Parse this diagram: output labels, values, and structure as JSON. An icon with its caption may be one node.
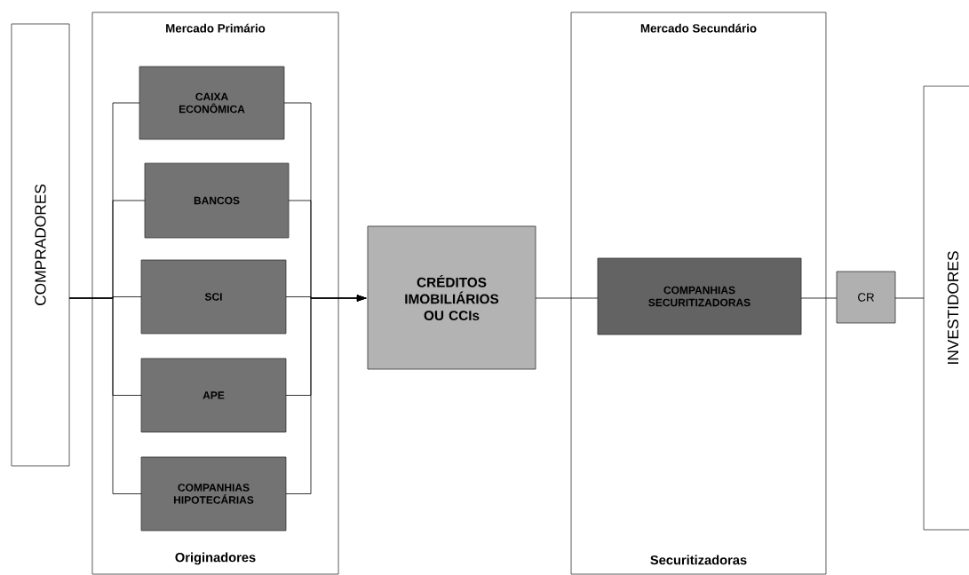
{
  "diagram": {
    "nodes": [
      {
        "text": [
          "COMPRADORES"
        ]
      },
      {
        "text": [
          "Mercado Primário",
          "Originadores"
        ]
      },
      {
        "text": [
          "CAIXA ECONÔMICA"
        ],
        "in": 1
      },
      {
        "text": [
          "BANCOS"
        ],
        "in": 1
      },
      {
        "text": [
          "SCI"
        ],
        "in": 1
      },
      {
        "text": [
          "APE"
        ],
        "in": 1
      },
      {
        "text": [
          "COMPANHIAS HIPOTECÁRIAS"
        ],
        "in": 1
      },
      {
        "text": [
          "CRÉDITOS IMOBILIÁRIOS OU CCIs"
        ]
      },
      {
        "text": [
          "Mercado Secundário",
          "Securitizadoras"
        ]
      },
      {
        "text": [
          "COMPANHIAS SECURITIZADORAS"
        ],
        "in": 8
      },
      {
        "text": [
          "CR"
        ]
      },
      {
        "text": [
          "INVESTIDORES"
        ]
      }
    ],
    "edges": [
      {
        "from": 0,
        "to": 2,
        "arrow": "none"
      },
      {
        "from": 0,
        "to": 3,
        "arrow": "none"
      },
      {
        "from": 0,
        "to": 4,
        "arrow": "none"
      },
      {
        "from": 0,
        "to": 5,
        "arrow": "none"
      },
      {
        "from": 0,
        "to": 6,
        "arrow": "none"
      },
      {
        "from": 2,
        "to": 7,
        "arrow": "to"
      },
      {
        "from": 3,
        "to": 7,
        "arrow": "to"
      },
      {
        "from": 4,
        "to": 7,
        "arrow": "to"
      },
      {
        "from": 5,
        "to": 7,
        "arrow": "to"
      },
      {
        "from": 6,
        "to": 7,
        "arrow": "to"
      },
      {
        "from": 7,
        "to": 9,
        "arrow": "none"
      },
      {
        "from": 9,
        "to": 10,
        "arrow": "none"
      },
      {
        "from": 10,
        "to": 11,
        "arrow": "none"
      }
    ]
  }
}
